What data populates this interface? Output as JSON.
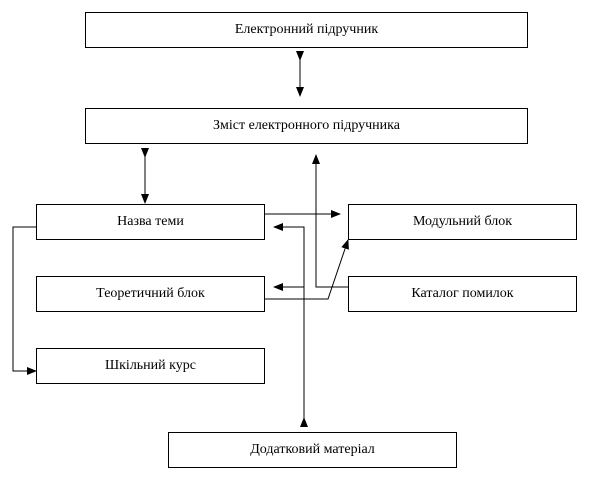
{
  "nodes": {
    "ebook": "Електронний підручник",
    "contents": "Зміст електронного підручника",
    "topic": "Назва теми",
    "module": "Модульний блок",
    "theory": "Теоретичний блок",
    "errors": "Каталог помилок",
    "school": "Шкільний курс",
    "extra": "Додатковий матеріал"
  }
}
